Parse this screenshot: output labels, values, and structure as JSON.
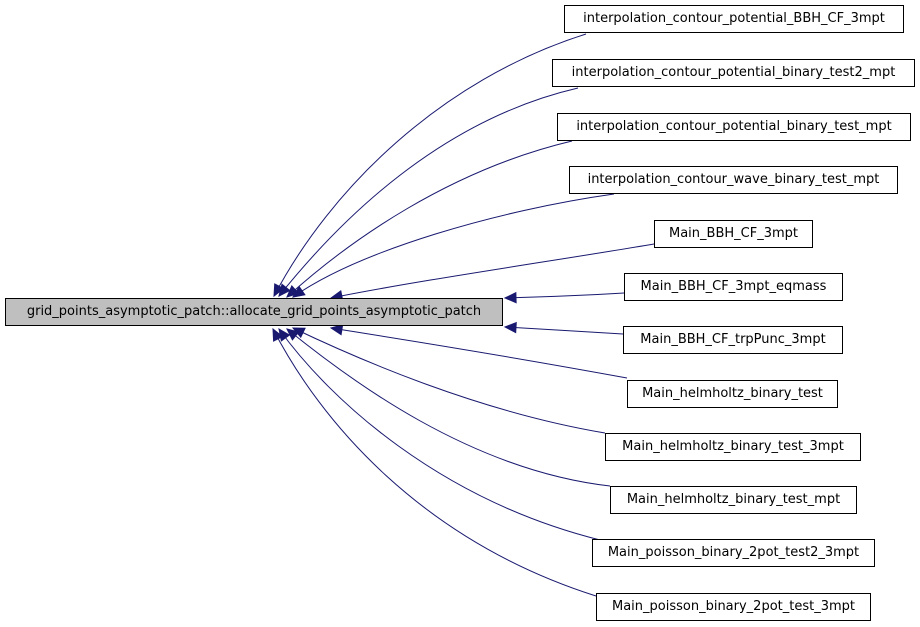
{
  "diagram": {
    "root": {
      "label": "grid_points_asymptotic_patch::allocate_grid_points_asymptotic_patch"
    },
    "callers": [
      {
        "label": "interpolation_contour_potential_BBH_CF_3mpt"
      },
      {
        "label": "interpolation_contour_potential_binary_test2_mpt"
      },
      {
        "label": "interpolation_contour_potential_binary_test_mpt"
      },
      {
        "label": "interpolation_contour_wave_binary_test_mpt"
      },
      {
        "label": "Main_BBH_CF_3mpt"
      },
      {
        "label": "Main_BBH_CF_3mpt_eqmass"
      },
      {
        "label": "Main_BBH_CF_trpPunc_3mpt"
      },
      {
        "label": "Main_helmholtz_binary_test"
      },
      {
        "label": "Main_helmholtz_binary_test_3mpt"
      },
      {
        "label": "Main_helmholtz_binary_test_mpt"
      },
      {
        "label": "Main_poisson_binary_2pot_test2_3mpt"
      },
      {
        "label": "Main_poisson_binary_2pot_test_3mpt"
      }
    ],
    "colors": {
      "edge": "#191970",
      "root_fill": "#bfbfbf",
      "node_fill": "#ffffff",
      "border": "#000000"
    }
  }
}
